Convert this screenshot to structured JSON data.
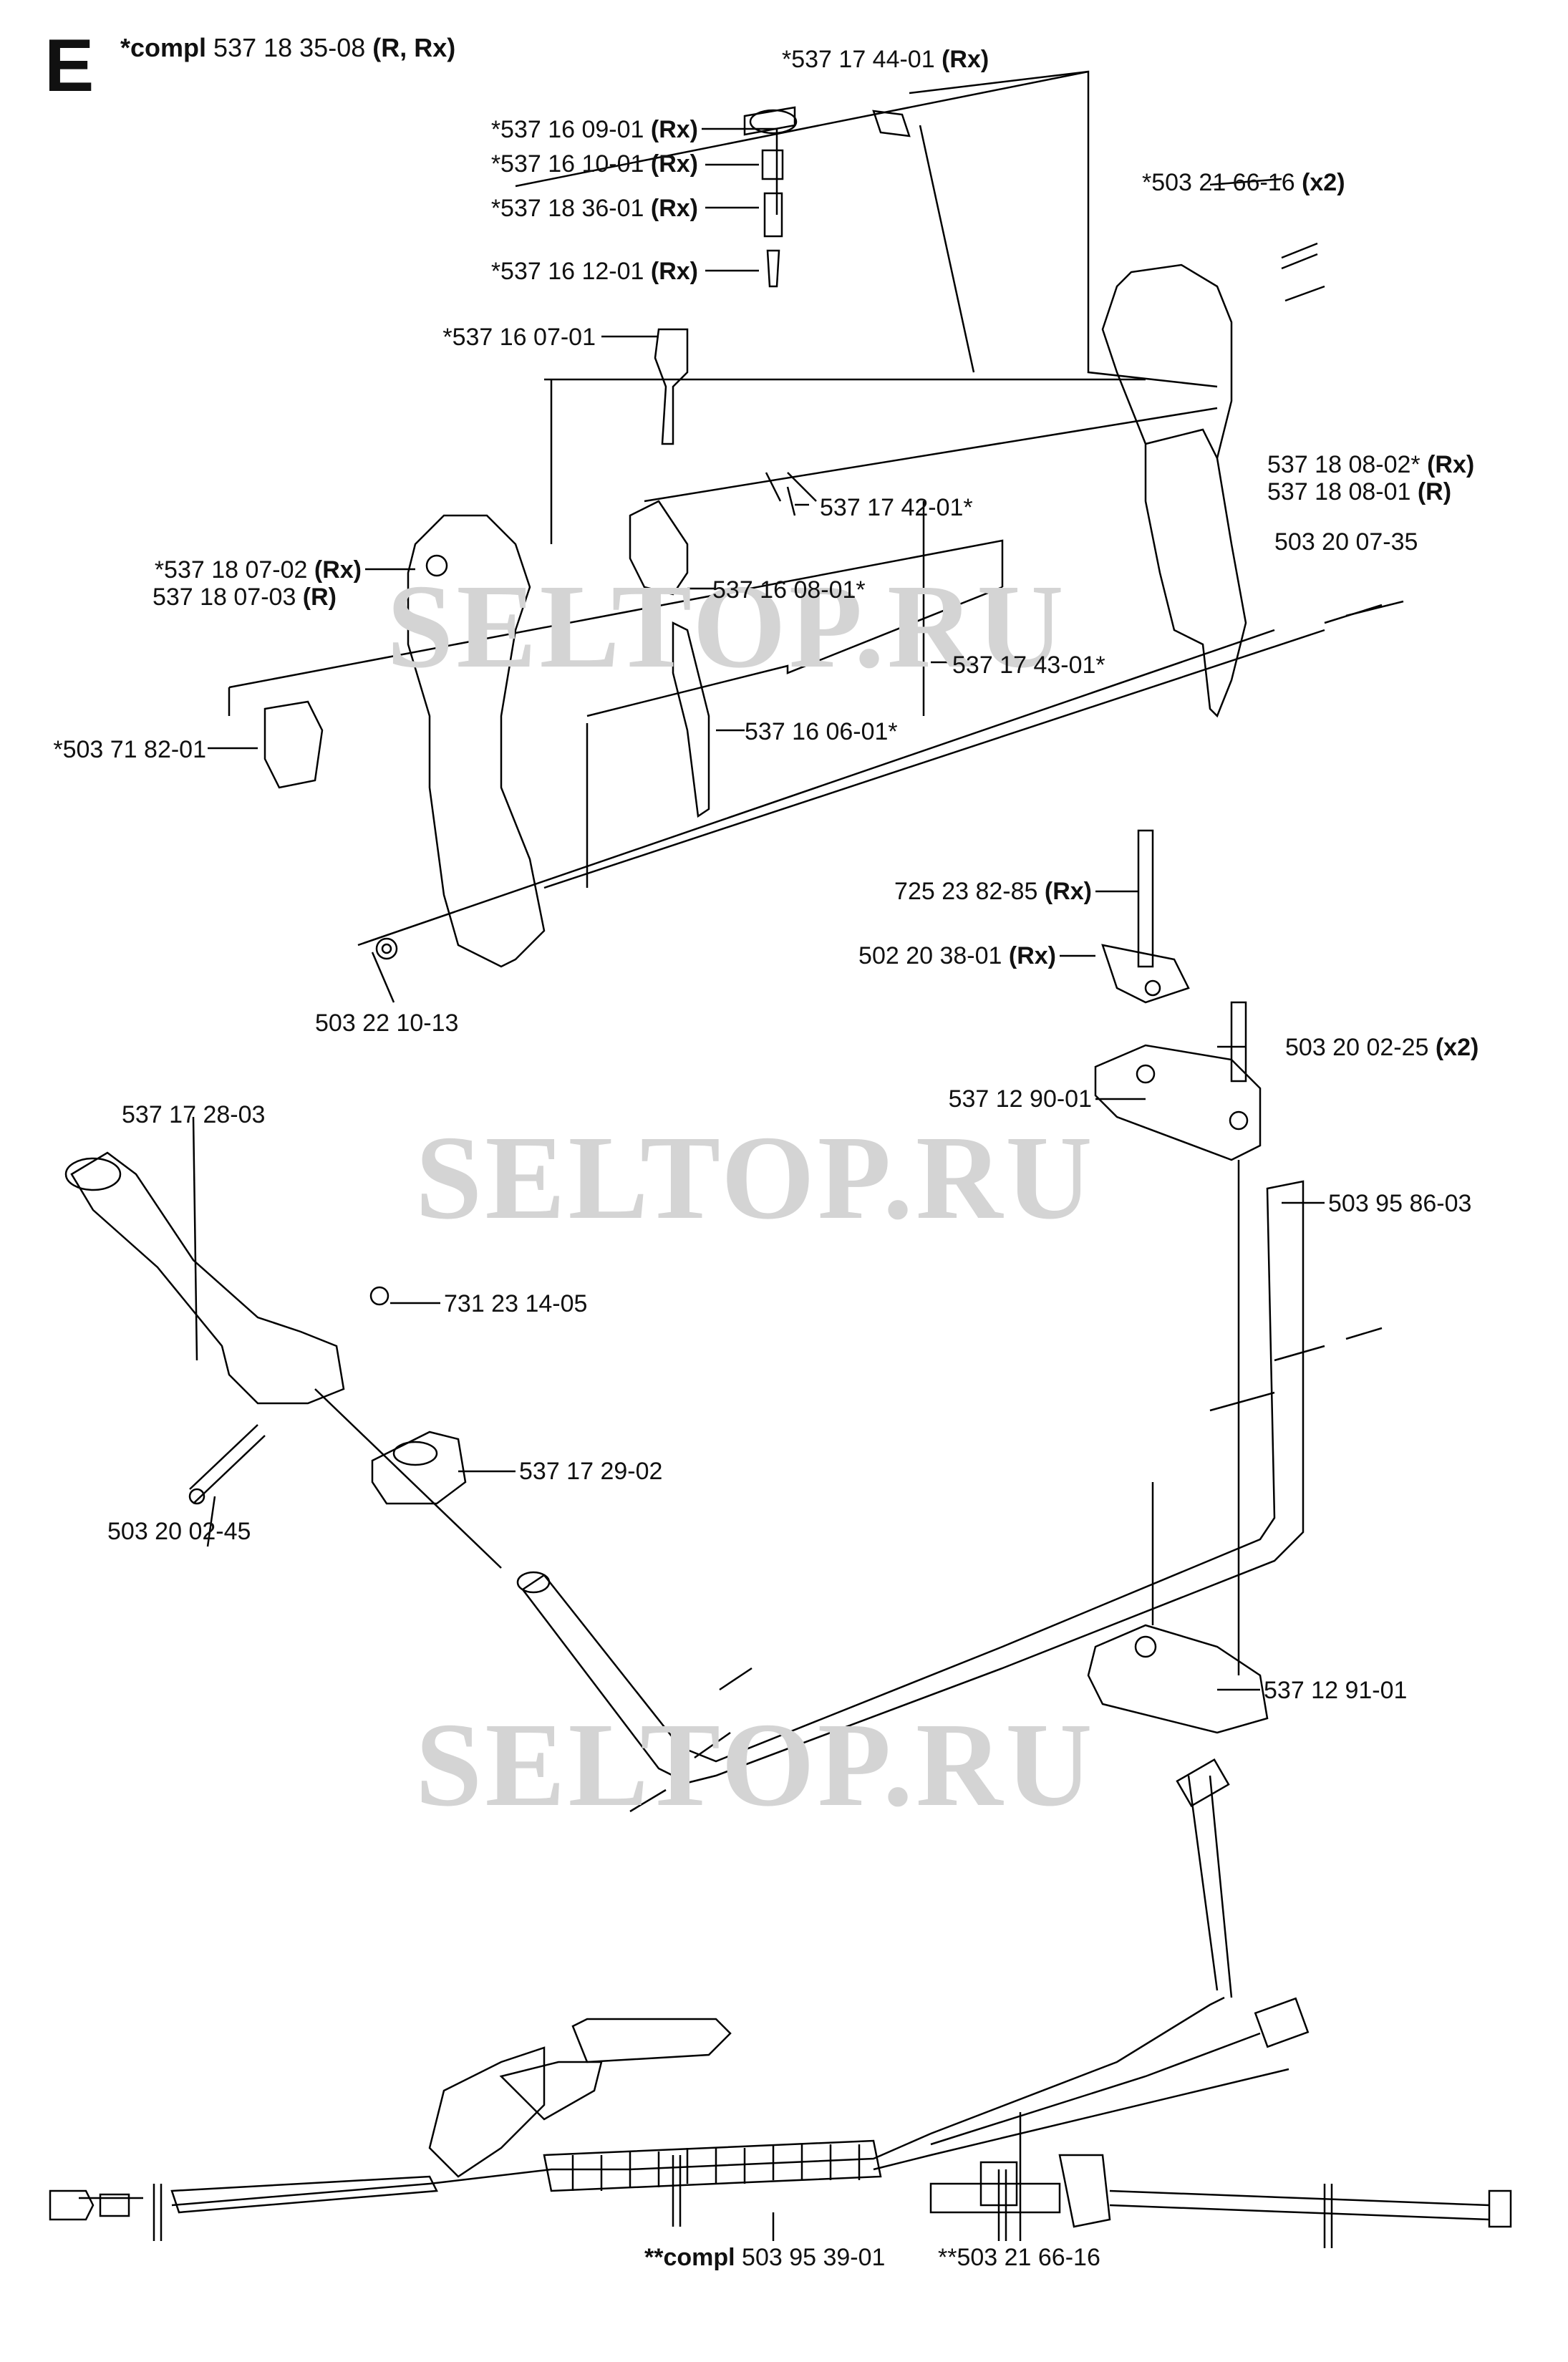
{
  "section_letter": "E",
  "header": {
    "prefix": "*compl",
    "number": "537 18 35-08",
    "suffix": "(R, Rx)"
  },
  "watermark": "SELTOP.RU",
  "labels": {
    "p01": {
      "pre": "*537 17 44-01 ",
      "bold": "(Rx)"
    },
    "p02": {
      "pre": "*537 16 09-01 ",
      "bold": "(Rx)"
    },
    "p03": {
      "pre": "*537 16 10-01 ",
      "bold": "(Rx)"
    },
    "p04": {
      "pre": "*537 18 36-01 ",
      "bold": "(Rx)"
    },
    "p05": {
      "pre": "*537 16 12-01 ",
      "bold": "(Rx)"
    },
    "p06": {
      "pre": "*503 21 66-16 ",
      "bold": "(x2)"
    },
    "p07": {
      "pre": "*537 16 07-01",
      "bold": ""
    },
    "p08": {
      "pre": "537 18 08-02* ",
      "bold": "(Rx)"
    },
    "p09": {
      "pre": "537 18 08-01 ",
      "bold": "(R)"
    },
    "p10": {
      "pre": "537 17 42-01*",
      "bold": ""
    },
    "p11": {
      "pre": "*537 18 07-02 ",
      "bold": "(Rx)"
    },
    "p12": {
      "pre": "537 18 07-03 ",
      "bold": "(R)"
    },
    "p13": {
      "pre": "537 16 08-01*",
      "bold": ""
    },
    "p14": {
      "pre": "503 20 07-35",
      "bold": ""
    },
    "p15": {
      "pre": "537 17 43-01*",
      "bold": ""
    },
    "p16": {
      "pre": "*503 71 82-01",
      "bold": ""
    },
    "p17": {
      "pre": "537 16 06-01*",
      "bold": ""
    },
    "p18": {
      "pre": "725 23 82-85 ",
      "bold": "(Rx)"
    },
    "p19": {
      "pre": "502 20 38-01 ",
      "bold": "(Rx)"
    },
    "p20": {
      "pre": "503 22 10-13",
      "bold": ""
    },
    "p21": {
      "pre": "503 20 02-25 ",
      "bold": "(x2)"
    },
    "p22": {
      "pre": "537 12 90-01",
      "bold": ""
    },
    "p23": {
      "pre": "537 17 28-03",
      "bold": ""
    },
    "p24": {
      "pre": "503 95 86-03",
      "bold": ""
    },
    "p25": {
      "pre": "731 23 14-05",
      "bold": ""
    },
    "p26": {
      "pre": "537 17 29-02",
      "bold": ""
    },
    "p27": {
      "pre": "503 20 02-45",
      "bold": ""
    },
    "p28": {
      "pre": "537 12 91-01",
      "bold": ""
    },
    "p29": {
      "bold": "**compl ",
      "post": "503 95 39-01"
    },
    "p30": {
      "pre": "**503 21 66-16",
      "bold": ""
    }
  }
}
